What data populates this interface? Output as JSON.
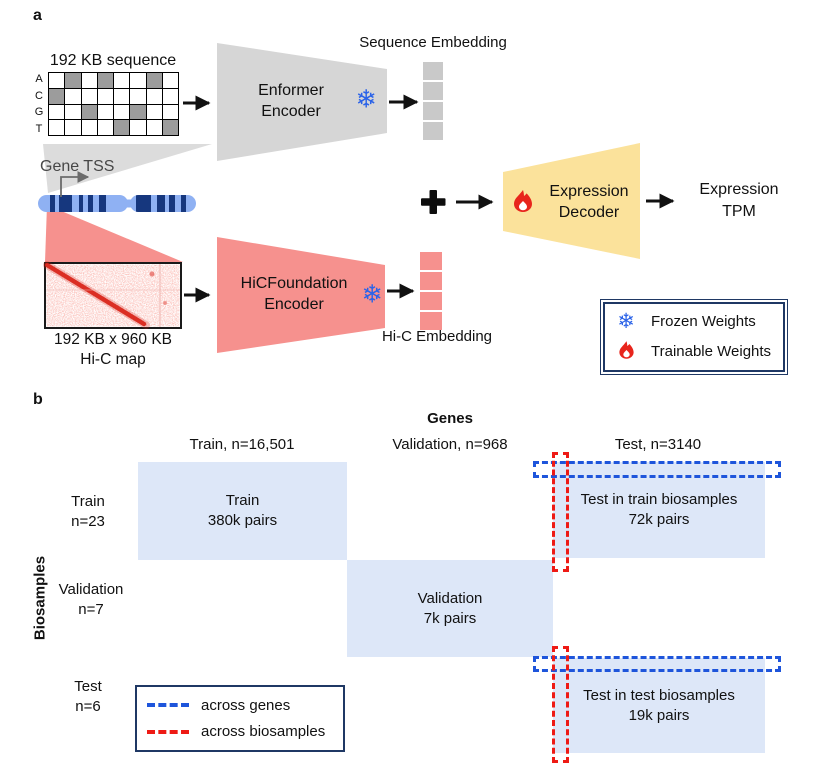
{
  "colors": {
    "gray_shape": "#d6d6d6",
    "gray_zoom_triangle": "#dcdcdc",
    "gray_embedding_box": "#c9c9c9",
    "grid_shaded_cell": "#9c9c9c",
    "pink_shape": "#f6918e",
    "yellow_decoder": "#fbe29b",
    "split_cell_blue": "#dde7f8",
    "chromosome_body": "#8fb1f3",
    "chromosome_band": "#16377e",
    "navy_border": "#1f3864",
    "dashed_blue": "#1e55db",
    "dashed_red": "#ee1a15",
    "snowflake_blue": "#2b63e8",
    "fire_red": "#e8251c",
    "hic_map_red": "#d92015",
    "arrow_black": "#111111"
  },
  "panel_a": {
    "label": "a",
    "sequence_input": {
      "title": "192 KB sequence",
      "num_cols": 8,
      "rows": [
        {
          "label": "A",
          "shaded_cols": [
            2,
            4,
            7
          ]
        },
        {
          "label": "C",
          "shaded_cols": [
            1
          ]
        },
        {
          "label": "G",
          "shaded_cols": [
            3,
            6
          ]
        },
        {
          "label": "T",
          "shaded_cols": [
            5,
            8
          ]
        }
      ]
    },
    "gene_tss_label": "Gene TSS",
    "hic_input_caption": [
      "192 KB x 960 KB",
      "Hi-C map"
    ],
    "enformer_encoder": [
      "Enformer",
      "Encoder"
    ],
    "hicfoundation_encoder": [
      "HiCFoundation",
      "Encoder"
    ],
    "sequence_embedding_label": "Sequence Embedding",
    "hic_embedding_label": "Hi-C Embedding",
    "embedding_box_count": 4,
    "plus_sign": "+",
    "expression_decoder": [
      "Expression",
      "Decoder"
    ],
    "output_label": [
      "Expression",
      "TPM"
    ],
    "legend": [
      {
        "icon": "snowflake-icon",
        "label": "Frozen Weights"
      },
      {
        "icon": "fire-icon",
        "label": "Trainable Weights"
      }
    ]
  },
  "panel_b": {
    "label": "b",
    "genes_axis_label": "Genes",
    "biosamples_axis_label": "Biosamples",
    "gene_columns": [
      "Train, n=16,501",
      "Validation, n=968",
      "Test, n=3140"
    ],
    "biosample_rows": [
      [
        "Train",
        "n=23"
      ],
      [
        "Validation",
        "n=7"
      ],
      [
        "Test",
        "n=6"
      ]
    ],
    "cells": [
      {
        "name": "train",
        "lines": [
          "Train",
          "380k pairs"
        ]
      },
      {
        "name": "test-in-train-biosamples",
        "lines": [
          "Test in train biosamples",
          "72k pairs"
        ]
      },
      {
        "name": "validation",
        "lines": [
          "Validation",
          "7k pairs"
        ]
      },
      {
        "name": "test-in-test-biosamples",
        "lines": [
          "Test in test biosamples",
          "19k pairs"
        ]
      }
    ],
    "legend": [
      {
        "style": "blue-dashed",
        "label": "across genes"
      },
      {
        "style": "red-dashed",
        "label": "across biosamples"
      }
    ]
  }
}
